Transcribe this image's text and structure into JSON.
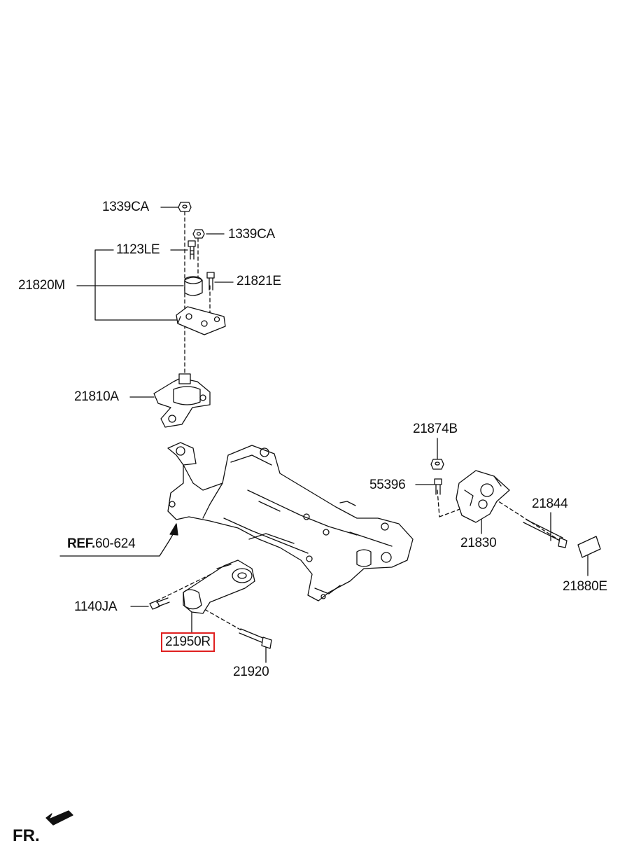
{
  "labels": {
    "p1339ca_top": "1339CA",
    "p1339ca_right": "1339CA",
    "p1123le": "1123LE",
    "p21820m": "21820M",
    "p21821e": "21821E",
    "p21810a": "21810A",
    "p21874b": "21874B",
    "p55396": "55396",
    "p21844": "21844",
    "p21830": "21830",
    "p21880e": "21880E",
    "ref_prefix": "REF.",
    "ref_code": "60-624",
    "p1140ja": "1140JA",
    "p21950r": "21950R",
    "p21920": "21920",
    "fr": "FR."
  },
  "highlight_color": "#e02020"
}
